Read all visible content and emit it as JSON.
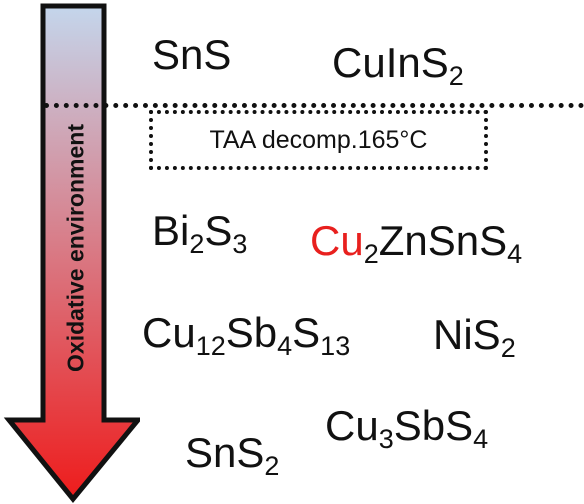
{
  "arrow": {
    "label": "Oxidative environment",
    "gradient_top": "#c4d6ec",
    "gradient_bottom": "#ee1c1c"
  },
  "divider_note": "TAA decomp.165°C",
  "compounds": {
    "sns": "SnS",
    "cuins2": {
      "a": "CuInS",
      "b": "2"
    },
    "bi2s3": {
      "a": "Bi",
      "b": "2",
      "c": "S",
      "d": "3"
    },
    "czts": {
      "a": "Cu",
      "b": "2",
      "c": "ZnSnS",
      "d": "4",
      "highlight_color": "#e8201e"
    },
    "cu12sb4s13": {
      "a": "Cu",
      "b": "12",
      "c": "Sb",
      "d": "4",
      "e": "S",
      "f": "13"
    },
    "nis2": {
      "a": "NiS",
      "b": "2"
    },
    "cu3sbs4": {
      "a": "Cu",
      "b": "3",
      "c": "SbS",
      "d": "4"
    },
    "sns2": {
      "a": "SnS",
      "b": "2"
    }
  }
}
